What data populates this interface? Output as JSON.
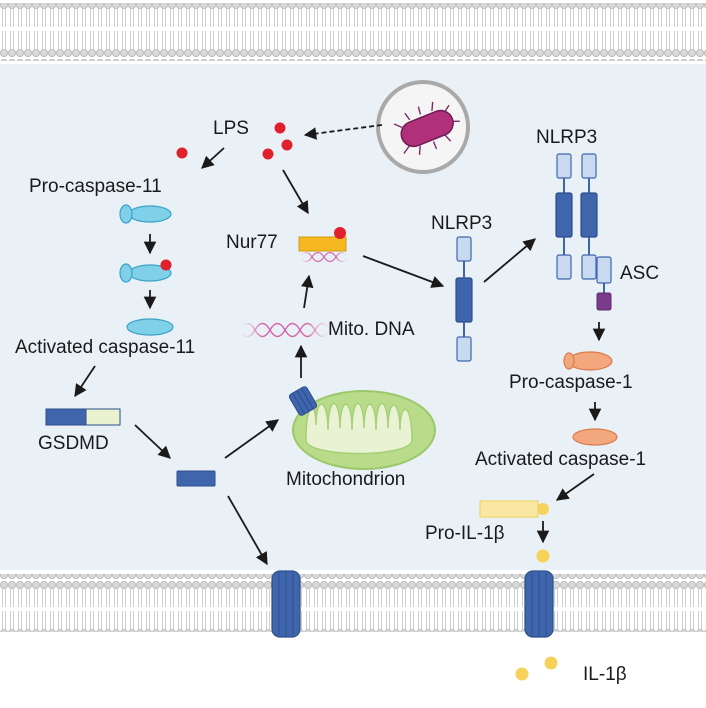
{
  "labels": {
    "lps": "LPS",
    "pro_caspase_11": "Pro-caspase-11",
    "activated_caspase_11": "Activated caspase-11",
    "gsdmd": "GSDMD",
    "nur77": "Nur77",
    "mito_dna": "Mito. DNA",
    "mitochondrion": "Mitochondrion",
    "nlrp3_left": "NLRP3",
    "nlrp3_right": "NLRP3",
    "asc": "ASC",
    "pro_caspase_1": "Pro-caspase-1",
    "activated_caspase_1": "Activated caspase-1",
    "pro_il_1b": "Pro-IL-1β",
    "il_1b": "IL-1β"
  },
  "colors": {
    "background": "#e9f1f7",
    "membrane_bead": "#d6d6d6",
    "lps": "#e0202b",
    "caspase_11": "#7fd0e8",
    "caspase_1": "#f3a77d",
    "gsdmd_n": "#3f66ad",
    "gsdmd_c": "#eaf2d0",
    "nlrp3_dark": "#3f66ad",
    "nlrp3_light": "#c9d9ef",
    "asc": "#7a3b8c",
    "nur77": "#f5b820",
    "il_1b": "#f7d25a",
    "mitochondrion": "#b8dc8a",
    "bacterium": "#b0307a"
  }
}
